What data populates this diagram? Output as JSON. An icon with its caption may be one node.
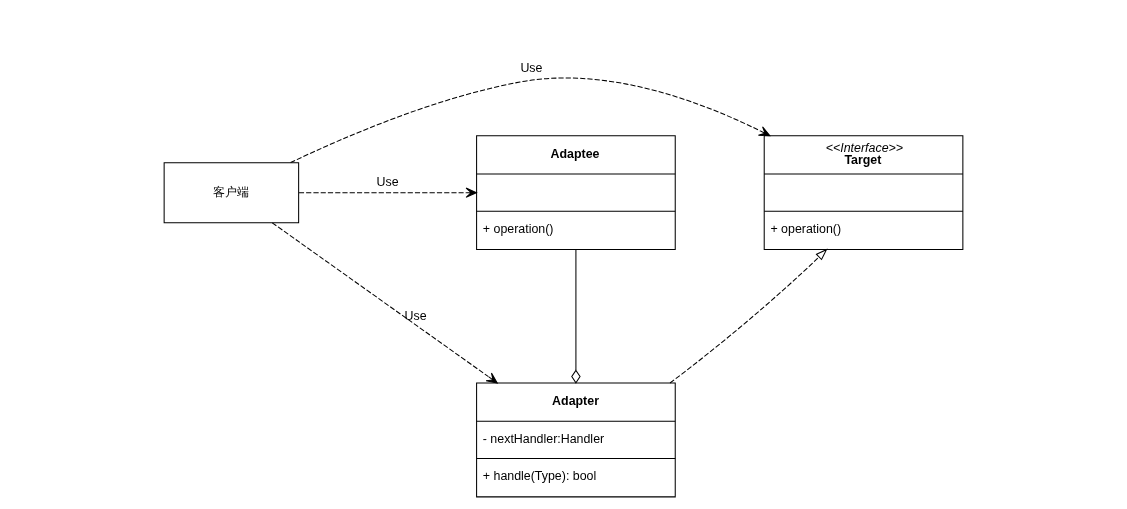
{
  "diagram": {
    "nodes": [
      {
        "text": [
          "客户端"
        ]
      },
      {
        "text": [
          "<<Interface>>",
          "Target",
          "+ operation()"
        ]
      },
      {
        "text": [
          "Adaptee",
          "+ operation()"
        ]
      },
      {
        "text": [
          "Adapter",
          "- nextHandler:Handler",
          "+ handle(Type): bool"
        ]
      }
    ],
    "edges": [
      {
        "from": 0,
        "to": 2,
        "arrow": "to",
        "label": "Use",
        "style": "dashed"
      },
      {
        "from": 0,
        "to": 1,
        "arrow": "to",
        "label": "Use",
        "style": "dashed"
      },
      {
        "from": 0,
        "to": 3,
        "arrow": "to",
        "label": "Use",
        "style": "dashed"
      },
      {
        "from": 3,
        "to": 1,
        "arrow": "to",
        "style": "dashed"
      },
      {
        "from": 2,
        "to": 3,
        "arrow": "other"
      }
    ]
  }
}
